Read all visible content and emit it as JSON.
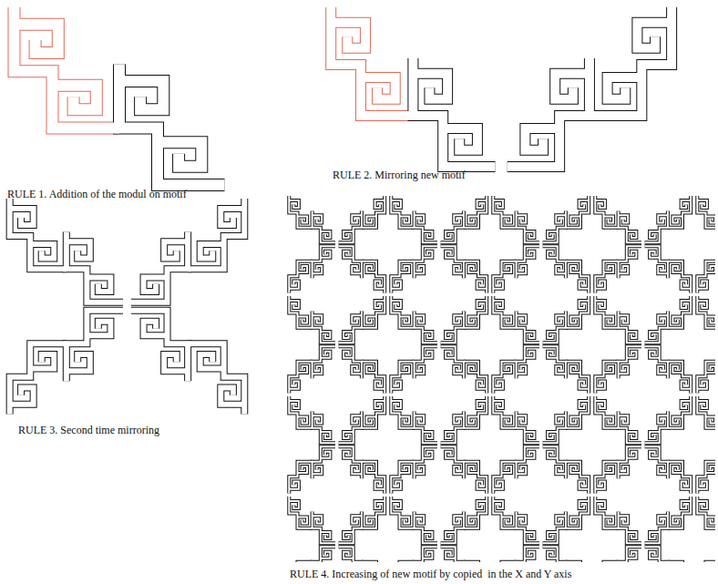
{
  "diagram": {
    "labels": [
      "RULE 1. Addition of the modul on motif",
      "RULE 2. Mirroring new motif",
      "RULE 3. Second time mirroring",
      "RULE 4. Increasing of new motif by copied  in the X and Y axis"
    ]
  }
}
